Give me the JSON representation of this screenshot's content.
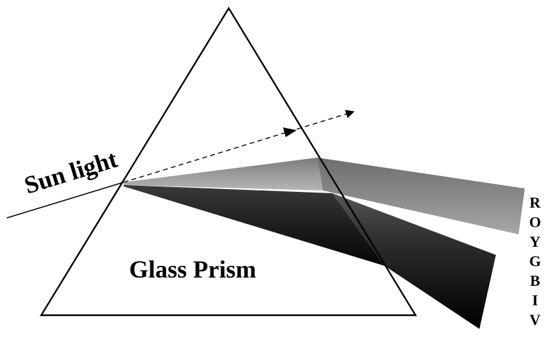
{
  "labels": {
    "sunlight": "Sun light",
    "prism": "Glass Prism"
  },
  "spectrum": [
    "R",
    "O",
    "Y",
    "G",
    "B",
    "I",
    "V"
  ],
  "colors": {
    "background": "#ffffff",
    "ink": "#000000",
    "upper_band": "#8a8a8a",
    "lower_band": "#1a1a1a"
  }
}
